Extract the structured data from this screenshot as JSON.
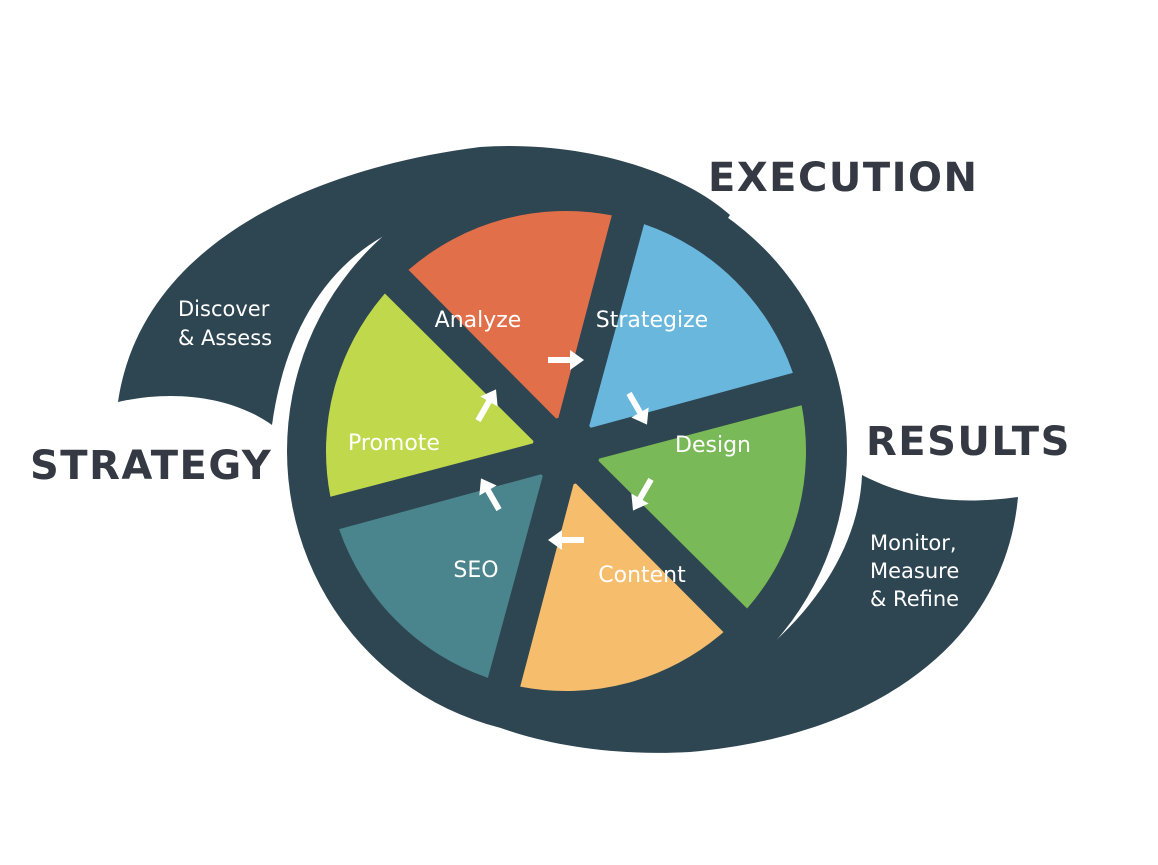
{
  "phases": {
    "strategy": "STRATEGY",
    "execution": "EXECUTION",
    "results": "RESULTS"
  },
  "notes": {
    "discover": [
      "Discover",
      "& Assess"
    ],
    "monitor": [
      "Monitor,",
      "Measure",
      "& Refine"
    ]
  },
  "segments": [
    {
      "label": "Analyze",
      "color": "#e1704a"
    },
    {
      "label": "Strategize",
      "color": "#6ab7dd"
    },
    {
      "label": "Design",
      "color": "#7ab957"
    },
    {
      "label": "Content",
      "color": "#f5bd6c"
    },
    {
      "label": "SEO",
      "color": "#4a848c"
    },
    {
      "label": "Promote",
      "color": "#bfd84c"
    }
  ],
  "colors": {
    "ring": "#2e4552",
    "arrow": "#ffffff",
    "label_dark": "#343944"
  }
}
